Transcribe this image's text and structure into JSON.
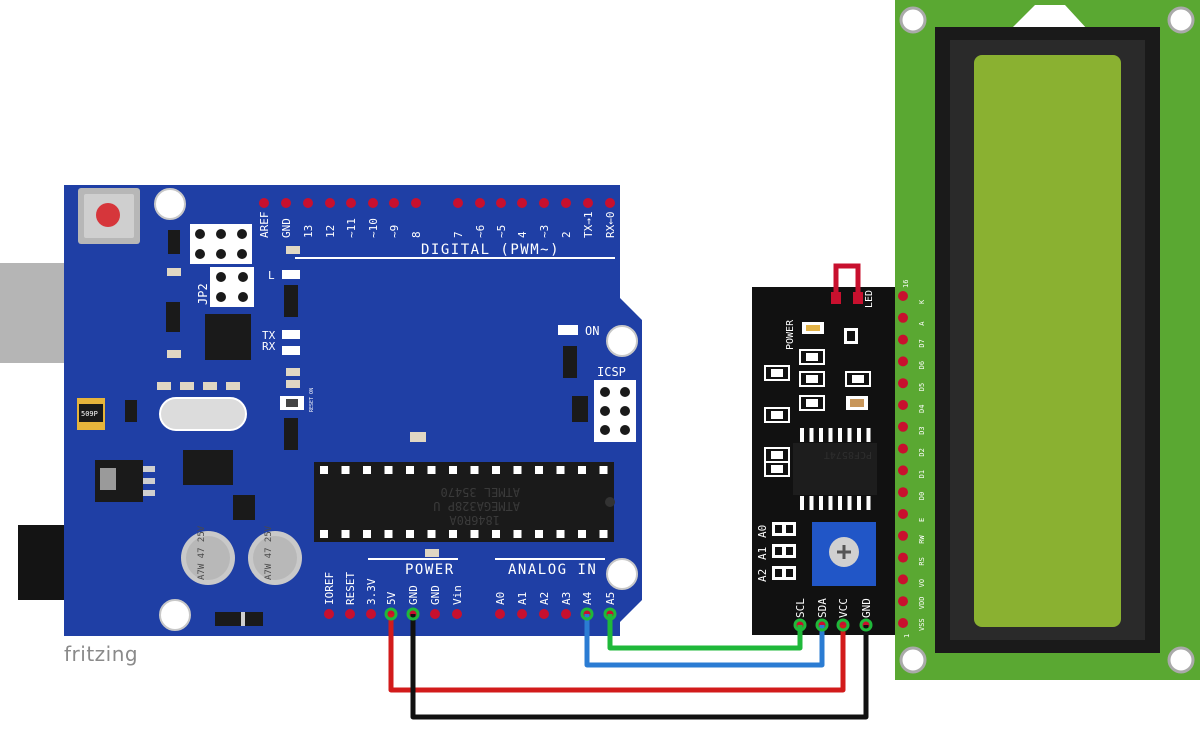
{
  "brand": "fritzing",
  "colors": {
    "board": "#1f3fa5",
    "board_label": "#ffffff",
    "header_pin": "#c8102e",
    "i2c_board": "#111111",
    "lcd_pcb": "#5aa832",
    "lcd_bezel": "#1a1a1a",
    "lcd_screen": "#8ab131",
    "wire_5v": "#d21b1b",
    "wire_gnd": "#111111",
    "wire_sda": "#2b7cd3",
    "wire_scl": "#1fb83a"
  },
  "arduino": {
    "digital_title": "DIGITAL (PWM~)",
    "digital_pins": [
      "AREF",
      "GND",
      "13",
      "12",
      "~11",
      "~10",
      "~9",
      "8",
      "7",
      "~6",
      "~5",
      "4",
      "~3",
      "2",
      "TX→1",
      "RX←0"
    ],
    "power_title": "POWER",
    "power_pins": [
      "IOREF",
      "RESET",
      "3.3V",
      "5V",
      "GND",
      "GND",
      "Vin"
    ],
    "analog_title": "ANALOG IN",
    "analog_pins": [
      "A0",
      "A1",
      "A2",
      "A3",
      "A4",
      "A5"
    ],
    "jp2": "JP2",
    "icsp": "ICSP",
    "led_l": "L",
    "led_tx": "TX",
    "led_rx": "RX",
    "led_on": "ON",
    "reset_on": "RESET ON",
    "chip_line1": "ATMEL 35470",
    "chip_line2": "ATMEGA328P U",
    "chip_line3": "1846R0A",
    "crystal_label": "509P",
    "cap_label": "A7W 47 25V"
  },
  "i2c_module": {
    "power_label": "POWER",
    "backlight_label": "LED",
    "addr_labels": [
      "A0",
      "A1",
      "A2"
    ],
    "pins": [
      "SCL",
      "SDA",
      "VCC",
      "GND"
    ],
    "ic_text": "PCF8574T"
  },
  "lcd": {
    "pin_first": "1",
    "pin_last": "16",
    "pins": [
      "VSS",
      "VDD",
      "VO",
      "RS",
      "RW",
      "E",
      "D0",
      "D1",
      "D2",
      "D3",
      "D4",
      "D5",
      "D6",
      "D7",
      "A",
      "K"
    ]
  }
}
